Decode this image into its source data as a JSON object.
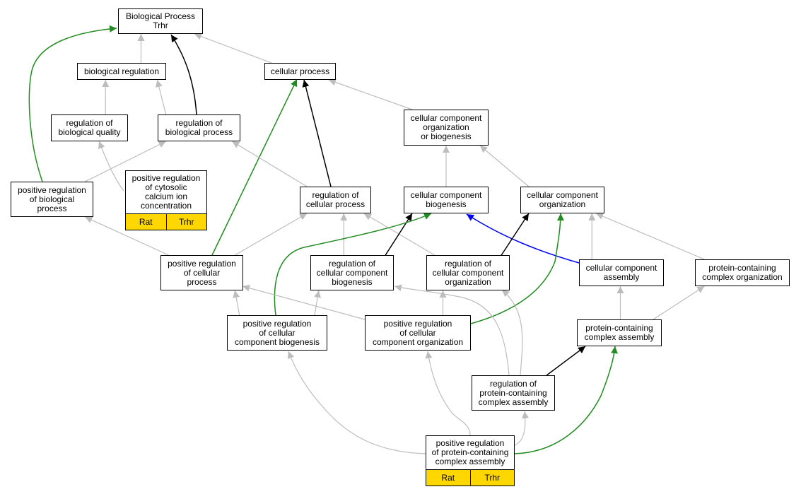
{
  "colors": {
    "is_a": "#bdbdbd",
    "part_of": "#000000",
    "positively_regulates": "#228b22",
    "regulates": "#0000ff",
    "tag_fill": "#ffd700"
  },
  "nodes": [
    {
      "id": "bp",
      "lines": [
        "Biological Process",
        "Trhr"
      ]
    },
    {
      "id": "breg",
      "lines": [
        "biological regulation"
      ]
    },
    {
      "id": "cp",
      "lines": [
        "cellular process"
      ]
    },
    {
      "id": "rbq",
      "lines": [
        "regulation of",
        "biological quality"
      ]
    },
    {
      "id": "rbp",
      "lines": [
        "regulation of",
        "biological process"
      ]
    },
    {
      "id": "ccob",
      "lines": [
        "cellular component",
        "organization",
        "or biogenesis"
      ]
    },
    {
      "id": "prbp",
      "lines": [
        "positive regulation",
        "of biological",
        "process"
      ]
    },
    {
      "id": "prcci",
      "lines": [
        "positive regulation",
        "of cytosolic",
        "calcium ion",
        "concentration"
      ],
      "tags": [
        "Rat",
        "Trhr"
      ]
    },
    {
      "id": "rcp",
      "lines": [
        "regulation of",
        "cellular process"
      ]
    },
    {
      "id": "ccb",
      "lines": [
        "cellular component",
        "biogenesis"
      ]
    },
    {
      "id": "cco",
      "lines": [
        "cellular component",
        "organization"
      ]
    },
    {
      "id": "prcp",
      "lines": [
        "positive regulation",
        "of cellular",
        "process"
      ]
    },
    {
      "id": "rccb",
      "lines": [
        "regulation of",
        "cellular component",
        "biogenesis"
      ]
    },
    {
      "id": "rcco",
      "lines": [
        "regulation of",
        "cellular component",
        "organization"
      ]
    },
    {
      "id": "cca",
      "lines": [
        "cellular component",
        "assembly"
      ]
    },
    {
      "id": "pcco",
      "lines": [
        "protein-containing",
        "complex organization"
      ]
    },
    {
      "id": "prccb",
      "lines": [
        "positive regulation",
        "of cellular",
        "component biogenesis"
      ]
    },
    {
      "id": "prcco",
      "lines": [
        "positive regulation",
        "of cellular",
        "component organization"
      ]
    },
    {
      "id": "pcca",
      "lines": [
        "protein-containing",
        "complex assembly"
      ]
    },
    {
      "id": "rpca",
      "lines": [
        "regulation of",
        "protein-containing",
        "complex assembly"
      ]
    },
    {
      "id": "prpca",
      "lines": [
        "positive regulation",
        "of protein-containing",
        "complex assembly"
      ],
      "tags": [
        "Rat",
        "Trhr"
      ]
    }
  ],
  "edges": [
    {
      "from": "breg",
      "to": "bp",
      "type": "is_a"
    },
    {
      "from": "cp",
      "to": "bp",
      "type": "is_a"
    },
    {
      "from": "rbp",
      "to": "bp",
      "type": "part_of"
    },
    {
      "from": "prbp",
      "to": "bp",
      "type": "positively_regulates"
    },
    {
      "from": "rbq",
      "to": "breg",
      "type": "is_a"
    },
    {
      "from": "rbp",
      "to": "breg",
      "type": "is_a"
    },
    {
      "from": "ccob",
      "to": "cp",
      "type": "is_a"
    },
    {
      "from": "rcp",
      "to": "cp",
      "type": "part_of"
    },
    {
      "from": "prcp",
      "to": "cp",
      "type": "positively_regulates"
    },
    {
      "from": "prbp",
      "to": "rbp",
      "type": "is_a"
    },
    {
      "from": "rcp",
      "to": "rbp",
      "type": "is_a"
    },
    {
      "from": "prcci",
      "to": "rbq",
      "type": "is_a"
    },
    {
      "from": "ccb",
      "to": "ccob",
      "type": "is_a"
    },
    {
      "from": "cco",
      "to": "ccob",
      "type": "is_a"
    },
    {
      "from": "prcp",
      "to": "prbp",
      "type": "is_a"
    },
    {
      "from": "prcp",
      "to": "rcp",
      "type": "is_a"
    },
    {
      "from": "rccb",
      "to": "rcp",
      "type": "is_a"
    },
    {
      "from": "rcco",
      "to": "rcp",
      "type": "is_a"
    },
    {
      "from": "rccb",
      "to": "ccb",
      "type": "part_of"
    },
    {
      "from": "prccb",
      "to": "ccb",
      "type": "positively_regulates"
    },
    {
      "from": "cca",
      "to": "ccb",
      "type": "regulates"
    },
    {
      "from": "rcco",
      "to": "cco",
      "type": "part_of"
    },
    {
      "from": "prcco",
      "to": "cco",
      "type": "positively_regulates"
    },
    {
      "from": "cca",
      "to": "cco",
      "type": "is_a"
    },
    {
      "from": "pcco",
      "to": "cco",
      "type": "is_a"
    },
    {
      "from": "prccb",
      "to": "prcp",
      "type": "is_a"
    },
    {
      "from": "prcco",
      "to": "prcp",
      "type": "is_a"
    },
    {
      "from": "prccb",
      "to": "rccb",
      "type": "is_a"
    },
    {
      "from": "prcco",
      "to": "rcco",
      "type": "is_a"
    },
    {
      "from": "rpca",
      "to": "rccb",
      "type": "is_a"
    },
    {
      "from": "rpca",
      "to": "rcco",
      "type": "is_a"
    },
    {
      "from": "pcca",
      "to": "cca",
      "type": "is_a"
    },
    {
      "from": "pcca",
      "to": "pcco",
      "type": "is_a"
    },
    {
      "from": "rpca",
      "to": "pcca",
      "type": "part_of"
    },
    {
      "from": "prpca",
      "to": "pcca",
      "type": "positively_regulates"
    },
    {
      "from": "prpca",
      "to": "prccb",
      "type": "is_a"
    },
    {
      "from": "prpca",
      "to": "prcco",
      "type": "is_a"
    },
    {
      "from": "prpca",
      "to": "rpca",
      "type": "is_a"
    }
  ]
}
